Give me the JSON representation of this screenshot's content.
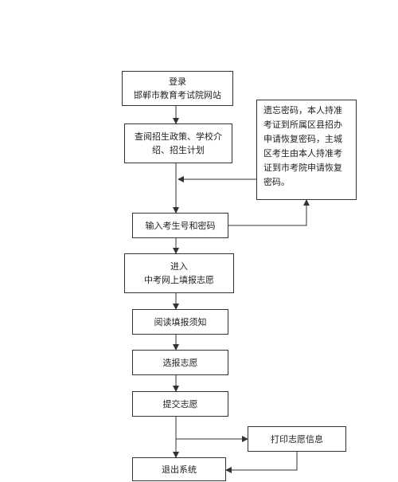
{
  "flowchart": {
    "login": "登录\n邯郸市教育考试院网站",
    "view_policy": "查阅招生政策、学校介\n绍、招生计划",
    "enter_credentials": "输入考生号和密码",
    "enter_system": "进入\n中考网上填报志愿",
    "read_notice": "阅读填报须知",
    "select_choices": "选报志愿",
    "submit_choices": "提交志愿",
    "print_info": "打印志愿信息",
    "exit_system": "退出系统",
    "forgot_password_note": "遗忘密码，本人持准\n考证到所属区县招办\n申请恢复密码，主城\n区考生由本人持准考\n证到市考院申请恢复\n密码。"
  }
}
